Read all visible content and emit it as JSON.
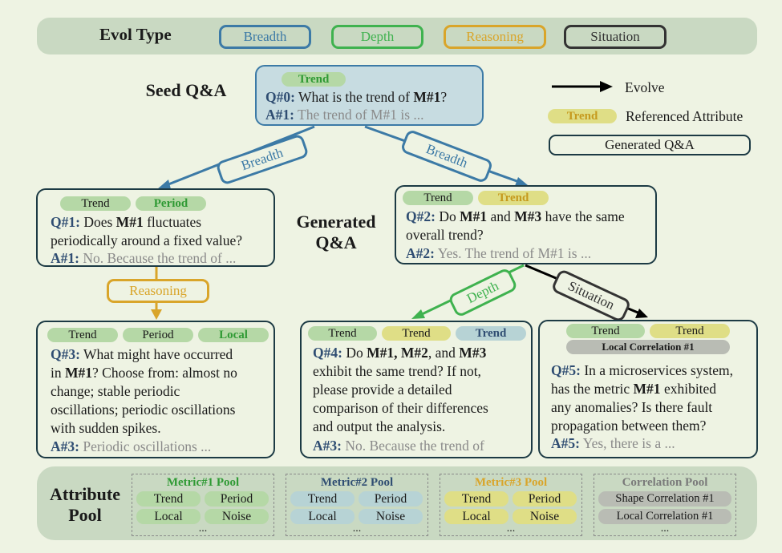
{
  "legend": {
    "title": "Evol Type",
    "types": [
      "Breadth",
      "Depth",
      "Reasoning",
      "Situation"
    ],
    "evolve_label": "Evolve",
    "ref_chip": "Trend",
    "ref_label": "Referenced Attribute",
    "generated_label": "Generated Q&A"
  },
  "colors": {
    "breadth": "#3c7aa6",
    "depth": "#3fb24f",
    "reasoning": "#d9a52a",
    "situation": "#333333"
  },
  "seed": {
    "heading": "Seed Q&A",
    "chip": "Trend",
    "q_label": "Q#0:",
    "q_pre": "What is the trend of",
    "q_bold": "M#1",
    "q_post": "?",
    "a_label": "A#1:",
    "a_text": "The trend of M#1 is ..."
  },
  "generated_heading": {
    "line1": "Generated",
    "line2": "Q&A"
  },
  "edges": {
    "breadth1": "Breadth",
    "breadth2": "Breadth",
    "reasoning": "Reasoning",
    "depth": "Depth",
    "situation": "Situation"
  },
  "q1": {
    "chips": [
      "Trend",
      "Period"
    ],
    "q_label": "Q#1:",
    "q_pre": "Does",
    "q_bold": "M#1",
    "q_post": "fluctuates",
    "q_line2": "periodically around a fixed value?",
    "a_label": "A#1:",
    "a_text": "No. Because the trend of ..."
  },
  "q2": {
    "chips": [
      "Trend",
      "Trend"
    ],
    "q_label": "Q#2:",
    "q_pre": "Do",
    "q_bold1": "M#1",
    "q_mid": "and",
    "q_bold2": "M#3",
    "q_post": "have the same",
    "q_line2": "overall trend?",
    "a_label": "A#2:",
    "a_text": "Yes. The trend of M#1 is ..."
  },
  "q3": {
    "chips": [
      "Trend",
      "Period",
      "Local"
    ],
    "q_label": "Q#3:",
    "q_line1": "What might have occurred",
    "q_pre2": "in",
    "q_bold": "M#1",
    "q_post2": "? Choose from: almost no",
    "q_line3": "change; stable periodic",
    "q_line4": "oscillations; periodic oscillations",
    "q_line5": "with sudden spikes.",
    "a_label": "A#3:",
    "a_text": "Periodic oscillations ..."
  },
  "q4": {
    "chips": [
      "Trend",
      "Trend",
      "Trend"
    ],
    "q_label": "Q#4:",
    "q_pre": "Do",
    "q_bold1": "M#1, M#2",
    "q_mid": ", and",
    "q_bold2": "M#3",
    "q_line2": "exhibit the same trend? If not,",
    "q_line3": "please provide a detailed",
    "q_line4": "comparison of their differences",
    "q_line5": "and output the analysis.",
    "a_label": "A#3:",
    "a_text": "No. Because the trend of"
  },
  "q5": {
    "chips": [
      "Trend",
      "Trend",
      "Local  Correlation #1"
    ],
    "q_label": "Q#5:",
    "q_line1": "In a microservices system,",
    "q_pre2": "has the metric",
    "q_bold": "M#1",
    "q_post2": "exhibited",
    "q_line3": "any anomalies? Is there fault",
    "q_line4": "propagation between them?",
    "a_label": "A#5:",
    "a_text": "Yes, there is a ..."
  },
  "attribute_pool": {
    "title_line1": "Attribute",
    "title_line2": "Pool",
    "pools": [
      {
        "title": "Metric#1 Pool",
        "chips": [
          "Trend",
          "Period",
          "Local",
          "Noise"
        ],
        "more": "..."
      },
      {
        "title": "Metric#2 Pool",
        "chips": [
          "Trend",
          "Period",
          "Local",
          "Noise"
        ],
        "more": "..."
      },
      {
        "title": "Metric#3 Pool",
        "chips": [
          "Trend",
          "Period",
          "Local",
          "Noise"
        ],
        "more": "..."
      },
      {
        "title": "Correlation Pool",
        "chips": [
          "Shape Correlation #1",
          "Local  Correlation #1"
        ],
        "more": "..."
      }
    ]
  }
}
